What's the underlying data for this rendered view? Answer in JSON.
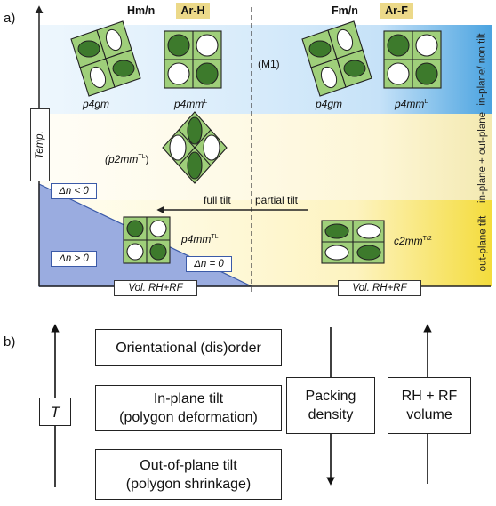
{
  "panel_a": {
    "panel_label": "a)",
    "left_title": "Hm/n",
    "left_tag": "Ar-H",
    "right_title": "Fm/n",
    "right_tag": "Ar-F",
    "y_axis": "Temp.",
    "x_axis": "Vol. RH+RF",
    "band_labels": [
      "in-plane/ non tilt",
      "in-plane + out-plane",
      "out-plane tilt"
    ],
    "lattices": {
      "p4gm_left": "p4gm",
      "p4mm_left": "p4mm",
      "p4mm_left_sup": "L",
      "m1": "(M1)",
      "p4gm_right": "p4gm",
      "p4mm_right": "p4mm",
      "p4mm_right_sup": "L",
      "p2mm": "(p2mm",
      "p2mm_sup": "TL",
      "p2mm_close": ")",
      "p4mm_tl": "p4mm",
      "p4mm_tl_sup": "TL",
      "c2mm": "c2mm",
      "c2mm_sup": "T/2"
    },
    "dn_lt": "Δn < 0",
    "dn_gt": "Δn > 0",
    "dn_eq": "Δn = 0",
    "full_tilt": "full tilt",
    "partial_tilt": "partial tilt"
  },
  "panel_b": {
    "panel_label": "b)",
    "t_label": "T",
    "box1": "Orientational (dis)order",
    "box2_line1": "In-plane tilt",
    "box2_line2": "(polygon deformation)",
    "box3_line1": "Out-of-plane tilt",
    "box3_line2": "(polygon shrinkage)",
    "packing_line1": "Packing",
    "packing_line2": "density",
    "volume_line1": "RH + RF",
    "volume_line2": "volume"
  },
  "colors": {
    "lattice_fill": "#9fcf7a",
    "disc_fill": "#3d7a2c",
    "blue_top": "#4aa3e0",
    "yellow_band": "#f4dc3c",
    "tag_fill": "#ecd989",
    "blue_region": "#9aace0"
  }
}
